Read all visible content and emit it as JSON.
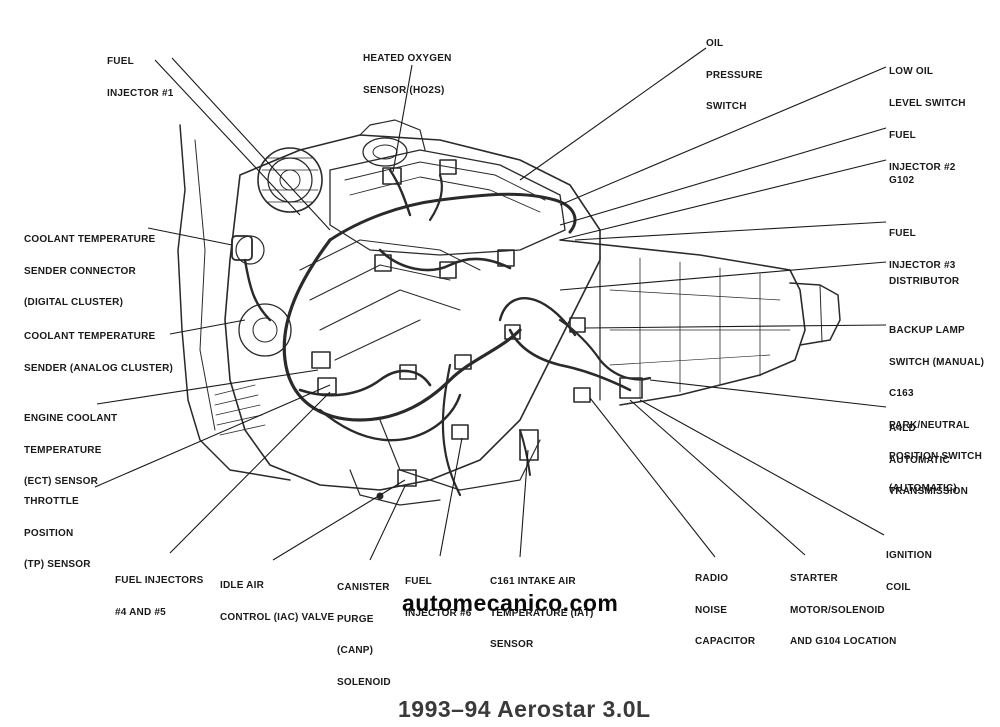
{
  "diagram": {
    "labels": [
      {
        "id": "fuel-injector-1",
        "lines": [
          "FUEL",
          "INJECTOR #1"
        ]
      },
      {
        "id": "heated-oxygen-sensor",
        "lines": [
          "HEATED OXYGEN",
          "SENSOR (HO2S)"
        ]
      },
      {
        "id": "oil-pressure-switch",
        "lines": [
          "OIL",
          "PRESSURE",
          "SWITCH"
        ]
      },
      {
        "id": "low-oil-level-switch",
        "lines": [
          "LOW OIL",
          "LEVEL SWITCH"
        ]
      },
      {
        "id": "fuel-injector-2",
        "lines": [
          "FUEL",
          "INJECTOR #2"
        ]
      },
      {
        "id": "g102",
        "lines": [
          "G102"
        ]
      },
      {
        "id": "fuel-injector-3",
        "lines": [
          "FUEL",
          "INJECTOR #3"
        ]
      },
      {
        "id": "distributor",
        "lines": [
          "DISTRIBUTOR"
        ]
      },
      {
        "id": "backup-lamp-switch",
        "lines": [
          "BACKUP LAMP",
          "SWITCH (MANUAL)",
          "C163",
          "PARK/NEUTRAL",
          "POSITION SWITCH",
          "(AUTOMATIC)"
        ]
      },
      {
        "id": "a4ld-transmission",
        "lines": [
          "A4LD",
          "AUTOMATIC",
          "TRANSMISSION"
        ]
      },
      {
        "id": "ignition-coil",
        "lines": [
          "IGNITION",
          "COIL"
        ]
      },
      {
        "id": "starter-motor",
        "lines": [
          "STARTER",
          "MOTOR/SOLENOID",
          "AND G104 LOCATION"
        ]
      },
      {
        "id": "radio-noise-capacitor",
        "lines": [
          "RADIO",
          "NOISE",
          "CAPACITOR"
        ]
      },
      {
        "id": "intake-air-temp-sensor",
        "lines": [
          "C161 INTAKE AIR",
          "TEMPERATURE (IAT)",
          "SENSOR"
        ]
      },
      {
        "id": "fuel-injector-6",
        "lines": [
          "FUEL",
          "INJECTOR #6"
        ]
      },
      {
        "id": "canister-purge-solenoid",
        "lines": [
          "CANISTER",
          "PURGE",
          "(CANP)",
          "SOLENOID"
        ]
      },
      {
        "id": "idle-air-control-valve",
        "lines": [
          "IDLE AIR",
          "CONTROL (IAC) VALVE"
        ]
      },
      {
        "id": "fuel-injectors-4-5",
        "lines": [
          "FUEL INJECTORS",
          "#4 AND #5"
        ]
      },
      {
        "id": "throttle-position-sensor",
        "lines": [
          "THROTTLE",
          "POSITION",
          "(TP) SENSOR"
        ]
      },
      {
        "id": "ect-sensor",
        "lines": [
          "ENGINE COOLANT",
          "TEMPERATURE",
          "(ECT) SENSOR"
        ]
      },
      {
        "id": "coolant-temp-sender-analog",
        "lines": [
          "COOLANT TEMPERATURE",
          "SENDER (ANALOG CLUSTER)"
        ]
      },
      {
        "id": "coolant-temp-sender-connector",
        "lines": [
          "COOLANT TEMPERATURE",
          "SENDER CONNECTOR",
          "(DIGITAL CLUSTER)"
        ]
      }
    ],
    "watermark": "automecanico.com",
    "caption": "1993–94 Aerostar 3.0L"
  }
}
